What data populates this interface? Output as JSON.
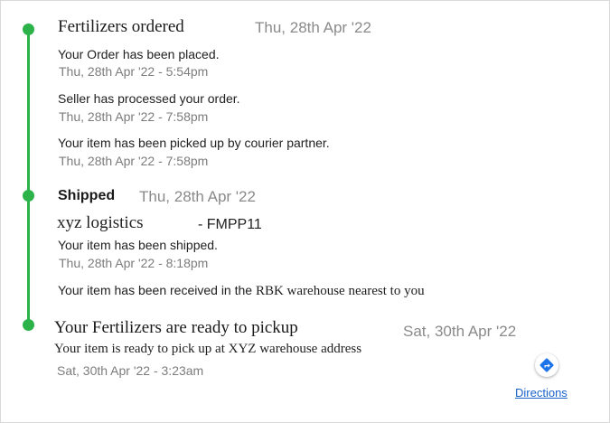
{
  "timeline": {
    "section1": {
      "title": "Fertilizers ordered",
      "date": "Thu, 28th Apr '22",
      "events": [
        {
          "message": "Your Order has been placed.",
          "time": "Thu, 28th Apr '22 - 5:54pm"
        },
        {
          "message": "Seller has processed your order.",
          "time": "Thu, 28th Apr '22 - 7:58pm"
        },
        {
          "message": "Your item has been picked up by courier partner.",
          "time": "Thu, 28th Apr '22 - 7:58pm"
        }
      ]
    },
    "section2": {
      "title": "Shipped",
      "date": "Thu, 28th Apr '22",
      "courier": "xyz logistics",
      "tracking": "- FMPP11",
      "events": [
        {
          "message": "Your item has been shipped.",
          "time": "Thu, 28th Apr '22 - 8:18pm"
        }
      ],
      "received_prefix": "Your item has been received in the",
      "received_suffix": "RBK warehouse nearest to you"
    },
    "section3": {
      "title": "Your Fertilizers are ready to pickup",
      "date": "Sat, 30th Apr '22",
      "message": "Your item is ready to pick up at XYZ  warehouse address",
      "time": "Sat, 30th Apr '22 - 3:23am"
    }
  },
  "directions": {
    "label": "Directions",
    "icon": "directions-icon",
    "icon_color": "#1a73e8"
  },
  "colors": {
    "timeline_green": "#2bb34a"
  }
}
